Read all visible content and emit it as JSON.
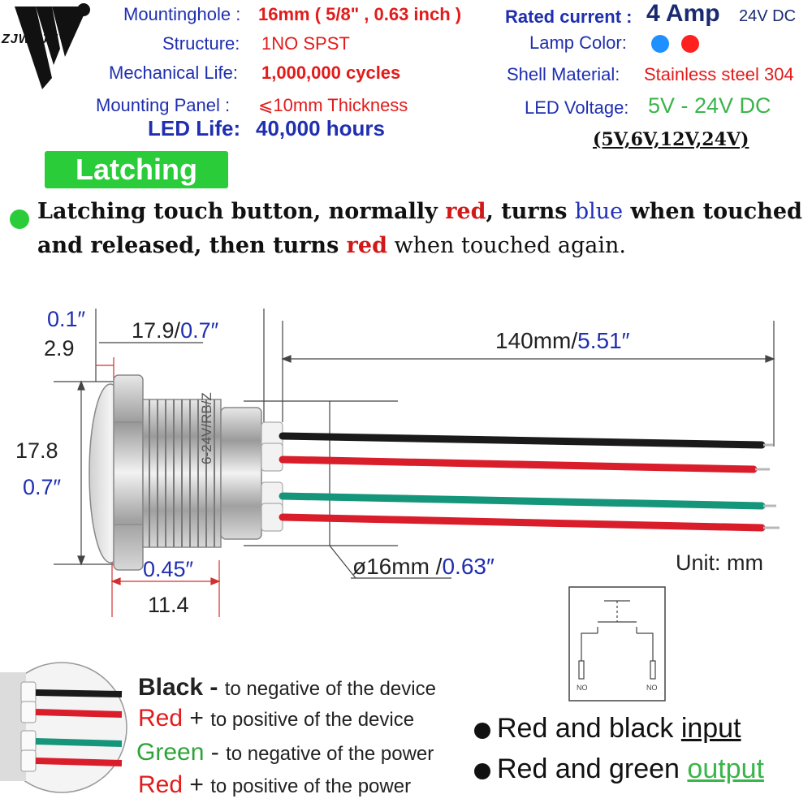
{
  "brand": {
    "logo_text": "ZJWZJH"
  },
  "specs_left": [
    {
      "label": "Mountinghole :",
      "value": "16mm ( 5/8\" ,  0.63 inch )"
    },
    {
      "label": "Structure:",
      "value": "1NO  SPST"
    },
    {
      "label": "Mechanical Life:",
      "value": "1,000,000 cycles"
    },
    {
      "label": "Mounting Panel :",
      "value": "⩽10mm  Thickness"
    },
    {
      "label": "LED Life:",
      "value": "40,000 hours"
    }
  ],
  "specs_right": {
    "rated_current_label": "Rated current :",
    "rated_current_value": "4 Amp",
    "rated_current_voltage": "24V DC",
    "lamp_color_label": "Lamp Color:",
    "lamp_colors": [
      "#1e90ff",
      "#ff2020"
    ],
    "shell_label": "Shell Material:",
    "shell_value": "Stainless steel 304",
    "led_voltage_label": "LED Voltage:",
    "led_voltage_value": "5V - 24V DC",
    "led_voltage_options": "(5V,6V,12V,24V)"
  },
  "mode_badge": "Latching",
  "description": {
    "p1": "Latching touch button, normally ",
    "w_red1": "red",
    "p2": ", turns ",
    "w_blue": "blue",
    "p3": " when touched",
    "p4": "and released, then turns ",
    "w_red2": "red",
    "p5": " when touched again."
  },
  "dimensions": {
    "flange_in": "0.1″",
    "flange_mm": "2.9",
    "body_len": "17.9/",
    "body_len_in": "0.7″",
    "wire_len": "140mm/",
    "wire_len_in": "5.51″",
    "diameter_mm": "17.8",
    "diameter_in": "0.7″",
    "thread_in": "0.45″",
    "thread_mm": "11.4",
    "thread_dia": "ø16mm /",
    "thread_dia_in": "0.63″",
    "unit": "Unit: mm",
    "body_marking": "6-24V/RB/Z"
  },
  "schematic": {
    "left_label": "NO",
    "right_label": "NO"
  },
  "wires": [
    {
      "name": "Black",
      "sign": " - ",
      "desc": "to negative of the device",
      "color": "#1a1a1a"
    },
    {
      "name": "Red",
      "sign": " + ",
      "desc": "to positive of the device",
      "color": "#d91d2b"
    },
    {
      "name": "Green",
      "sign": " - ",
      "desc": "to negative of the power",
      "color": "#15957a"
    },
    {
      "name": "Red",
      "sign": " + ",
      "desc": "to positive of the power",
      "color": "#d91d2b"
    }
  ],
  "io": {
    "input_text": "Red and black ",
    "input_word": "input",
    "output_text": "Red and green ",
    "output_word": "output"
  }
}
